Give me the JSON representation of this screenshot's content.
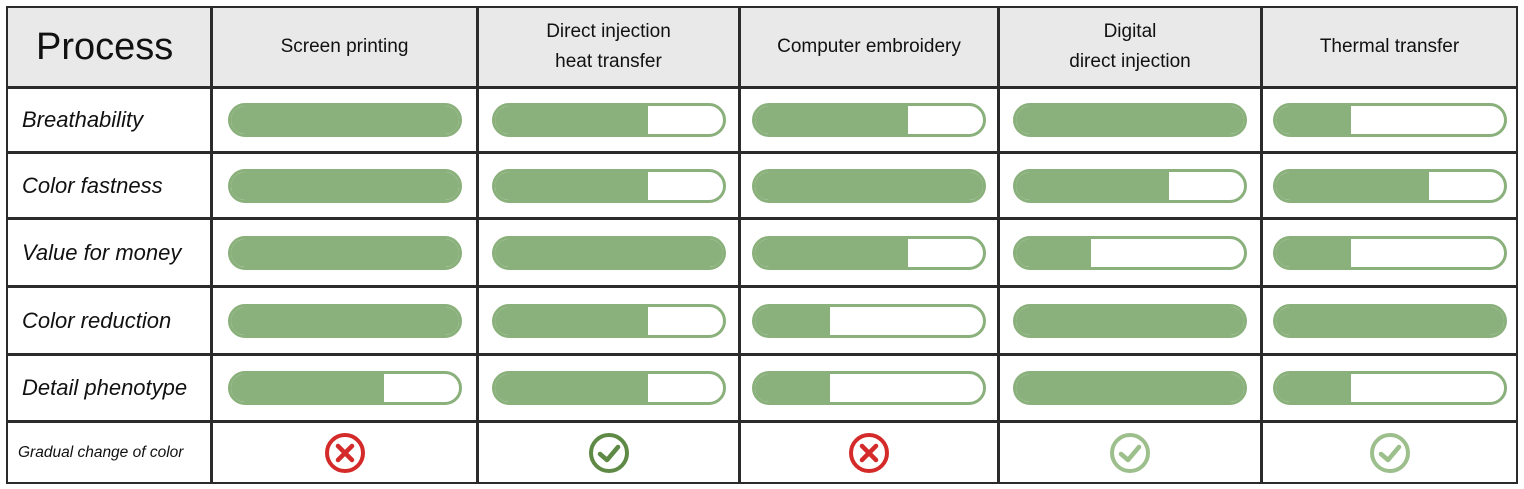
{
  "header": {
    "corner": "Process",
    "columns": [
      "Screen printing",
      "Direct injection\nheat transfer",
      "Computer  embroidery",
      "Digital\ndirect injection",
      "Thermal transfer"
    ]
  },
  "rows": [
    {
      "label": "Breathability"
    },
    {
      "label": "Color fastness"
    },
    {
      "label": "Value for money"
    },
    {
      "label": "Color reduction"
    },
    {
      "label": "Detail phenotype"
    }
  ],
  "status_row": {
    "label": "Gradual change of color"
  },
  "colors": {
    "bar_fill": "#8ab07b",
    "bar_border": "#8ab07b",
    "cross": "#d42a2a",
    "check_dark": "#5e8a45",
    "check_light": "#9dbf8c",
    "header_bg": "#e9e9e9",
    "grid_line": "#2b2b2b"
  },
  "chart_data": {
    "type": "table",
    "categories": [
      "Screen printing",
      "Direct injection heat transfer",
      "Computer embroidery",
      "Digital direct injection",
      "Thermal transfer"
    ],
    "series": [
      {
        "name": "Breathability",
        "values": [
          1.0,
          0.67,
          0.67,
          1.0,
          0.33
        ]
      },
      {
        "name": "Color fastness",
        "values": [
          1.0,
          0.67,
          1.0,
          0.67,
          0.67
        ]
      },
      {
        "name": "Value for money",
        "values": [
          1.0,
          1.0,
          0.67,
          0.33,
          0.33
        ]
      },
      {
        "name": "Color reduction",
        "values": [
          1.0,
          0.67,
          0.33,
          1.0,
          1.0
        ]
      },
      {
        "name": "Detail phenotype",
        "values": [
          0.67,
          0.67,
          0.33,
          1.0,
          0.33
        ]
      }
    ],
    "value_scale": [
      0,
      1
    ],
    "status": {
      "name": "Gradual change of color",
      "values": [
        "cross",
        "check",
        "cross",
        "check",
        "check"
      ],
      "icon_colors": [
        "#d42a2a",
        "#5e8a45",
        "#d42a2a",
        "#9dbf8c",
        "#9dbf8c"
      ]
    }
  }
}
